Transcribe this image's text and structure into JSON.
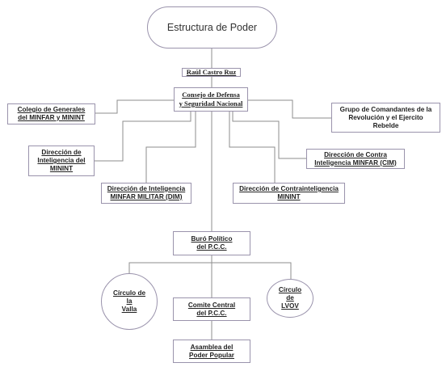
{
  "title": "Estructura de Poder",
  "colors": {
    "line": "#8e8e8e",
    "border": "#9a93ac",
    "text": "#222222"
  },
  "nodes": {
    "raul": "Raúl Castro Ruz",
    "consejo": {
      "line1": "Consejo de Defensa",
      "line2": "y Seguridad Nacional"
    },
    "colegio": {
      "line1": "Colegio de Generales",
      "line2": "del MINFAR y MININT"
    },
    "grupo": {
      "line1": "Grupo de Comandantes de la",
      "line2": "Revolución y el Ejercito",
      "line3": "Rebelde"
    },
    "dir_inteligencia_minint": {
      "line1": "Dirección de",
      "line2": "Inteligencia del",
      "line3": "MININT"
    },
    "dir_contra_minfar": {
      "line1": "Dirección de Contra",
      "line2": "Inteligencia MINFAR (CIM)"
    },
    "dir_inteligencia_minfar": {
      "line1": "Dirección de Inteligencia",
      "line2": "MINFAR MILITAR (DIM)"
    },
    "dir_contra_minint": {
      "line1": "Dirección de Contrainteligencia",
      "line2": "MININT"
    },
    "buro": {
      "line1": "Buró Político",
      "line2": "del P.C.C."
    },
    "circulo_valla": {
      "line1": "Círculo de",
      "line2": "la",
      "line3": "Valla"
    },
    "comite": {
      "line1": "Comite Central",
      "line2": "del P.C.C."
    },
    "circulo_lvov": {
      "line1": "Círculo",
      "line2": "de",
      "line3": "LVOV"
    },
    "asamblea": {
      "line1": "Asamblea del",
      "line2": "Poder Popular"
    }
  }
}
